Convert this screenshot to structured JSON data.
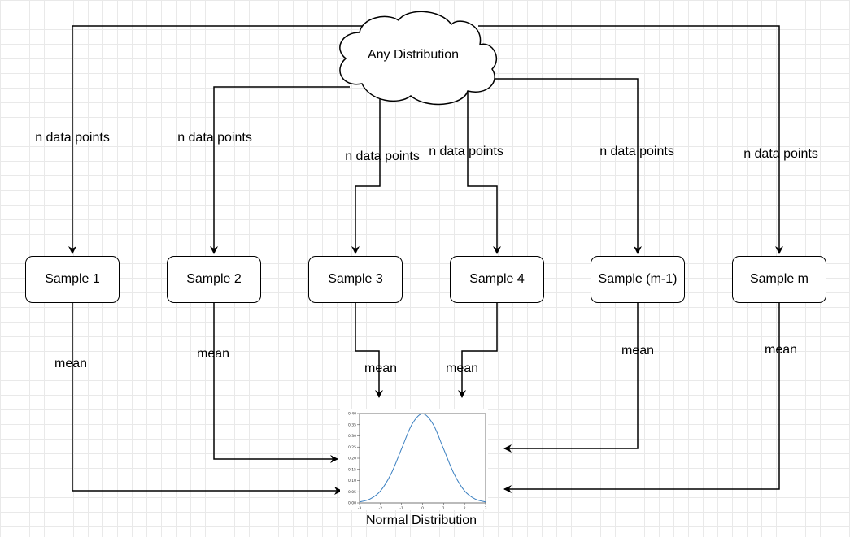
{
  "source": {
    "label": "Any Distribution"
  },
  "samples": [
    {
      "label": "Sample 1",
      "edge_in": "n data points",
      "edge_out": "mean"
    },
    {
      "label": "Sample 2",
      "edge_in": "n data points",
      "edge_out": "mean"
    },
    {
      "label": "Sample 3",
      "edge_in": "n data points",
      "edge_out": "mean"
    },
    {
      "label": "Sample 4",
      "edge_in": "n data points",
      "edge_out": "mean"
    },
    {
      "label": "Sample (m-1)",
      "edge_in": "n data points",
      "edge_out": "mean"
    },
    {
      "label": "Sample m",
      "edge_in": "n data points",
      "edge_out": "mean"
    }
  ],
  "target": {
    "caption": "Normal Distribution"
  },
  "chart_data": {
    "type": "line",
    "xlim": [
      -3,
      3
    ],
    "ylim": [
      0,
      0.4
    ],
    "xticks": [
      "-3",
      "-2",
      "-1",
      "0",
      "1",
      "2",
      "3"
    ],
    "yticks": [
      "0.00",
      "0.05",
      "0.10",
      "0.15",
      "0.20",
      "0.25",
      "0.30",
      "0.35",
      "0.40"
    ],
    "series": [
      {
        "x": [
          -3,
          -2.5,
          -2,
          -1.5,
          -1,
          -0.5,
          0,
          0.5,
          1,
          1.5,
          2,
          2.5,
          3
        ],
        "y": [
          0.0044,
          0.0175,
          0.054,
          0.1295,
          0.242,
          0.3521,
          0.3989,
          0.3521,
          0.242,
          0.1295,
          0.054,
          0.0175,
          0.0044
        ],
        "color": "#3a7fc0"
      }
    ],
    "grid": false
  },
  "colors": {
    "line": "#000000",
    "curve": "#3a7fc0",
    "grid": "#e9e9e9"
  }
}
